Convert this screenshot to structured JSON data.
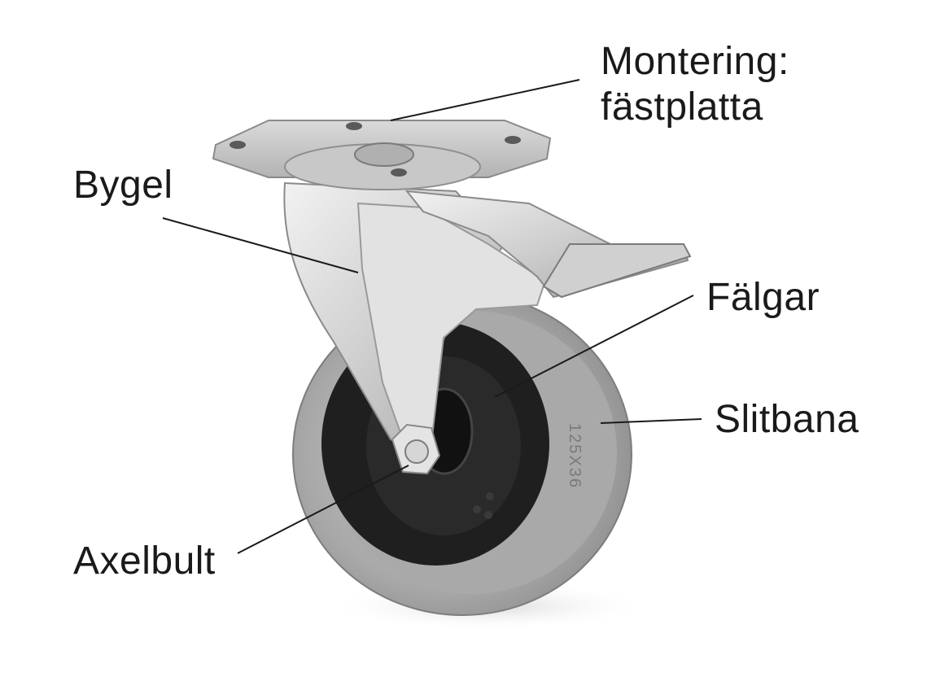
{
  "labels": {
    "mounting_line1": "Montering:",
    "mounting_line2": "fästplatta",
    "bracket": "Bygel",
    "rim": "Fälgar",
    "tread": "Slitbana",
    "axle_bolt": "Axelbult"
  },
  "colors": {
    "background": "#ffffff",
    "text": "#1a1a1a",
    "leader_line": "#1a1a1a",
    "steel_light": "#e6e6e6",
    "steel_mid": "#bdbdbd",
    "steel_dark": "#8a8a8a",
    "tyre_light": "#b9b9b9",
    "tyre_mid": "#9d9d9d",
    "tyre_dark": "#7f7f7f",
    "rim_black": "#1c1c1c"
  },
  "tyre_marking": "125X36"
}
